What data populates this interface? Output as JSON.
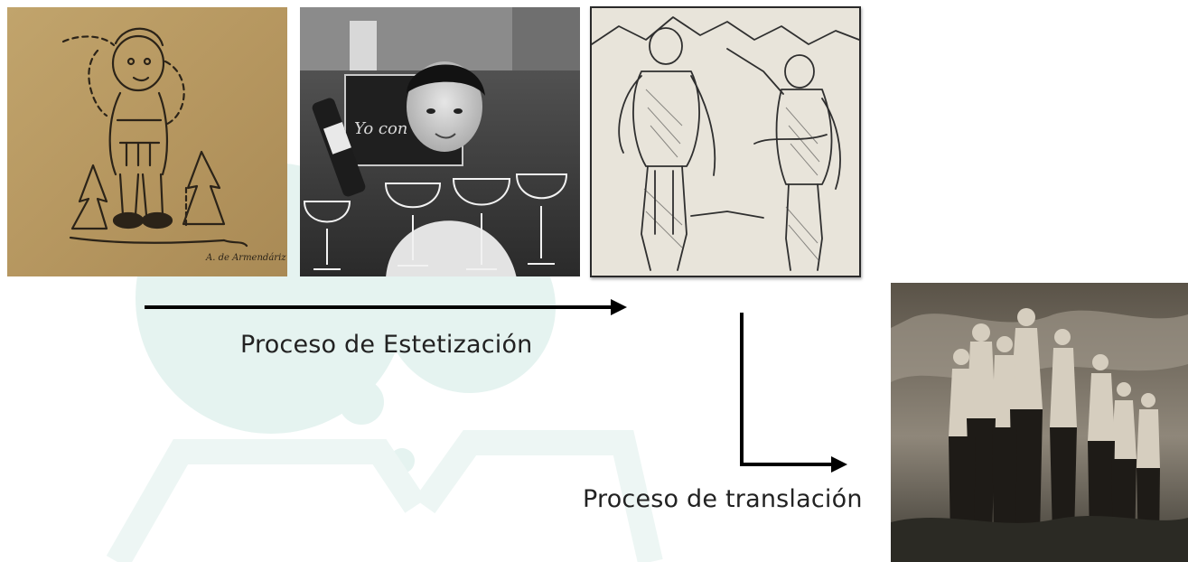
{
  "diagram": {
    "labels": {
      "aesthetization": "Proceso de Estetización",
      "translation": "Proceso de translación"
    },
    "panels": [
      {
        "id": "panel-1",
        "depicts": "caricature sketch of a soldier with trees on aged paper",
        "signature": "A. de Armendáriz"
      },
      {
        "id": "panel-2",
        "depicts": "black-and-white photo of a young man at a bar with glasses and a bottle",
        "poster_text": "Yo con"
      },
      {
        "id": "panel-3",
        "depicts": "pencil drawing of two soldiers saluting in front of mountains"
      },
      {
        "id": "panel-4",
        "depicts": "sepia film still of a group of shirtless young men on a hillside"
      }
    ],
    "colors": {
      "arrow": "#000000",
      "text": "#222222",
      "paper": "#b79a63",
      "watermark": "#e5f3f0"
    }
  }
}
